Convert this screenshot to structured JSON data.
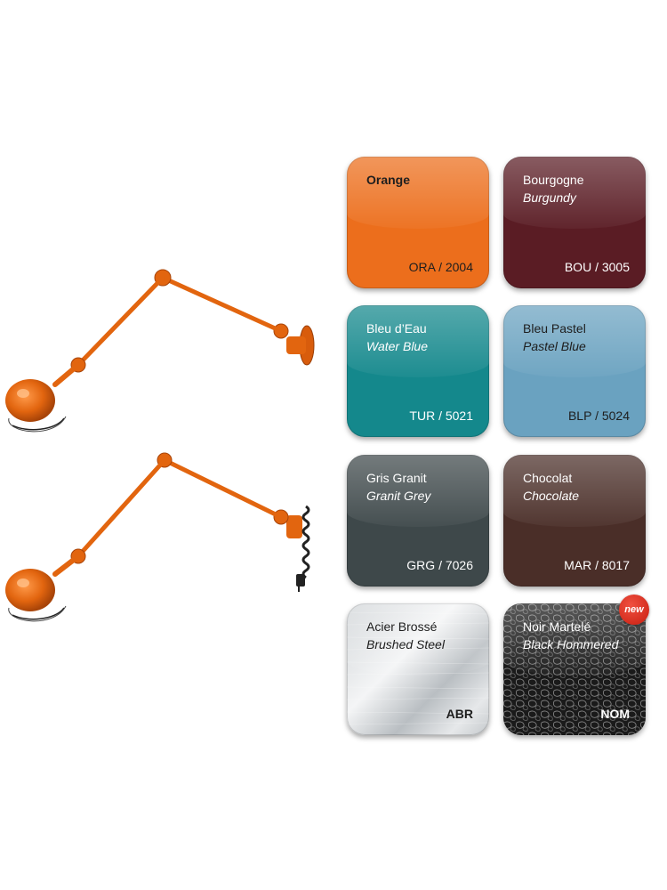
{
  "colors": {
    "lamp_orange": "#e2650f",
    "orange": "#ec6e1c",
    "burgundy": "#5a1c24",
    "water_blue": "#14888c",
    "pastel_blue": "#6aa2c0",
    "granit_grey": "#3e484a",
    "chocolate": "#4a2e28",
    "new_badge": "#d52a1c"
  },
  "swatches": [
    {
      "id": "orange",
      "name": "Orange",
      "name_en": "",
      "code": "ORA / 2004"
    },
    {
      "id": "burgundy",
      "name": "Bourgogne",
      "name_en": "Burgundy",
      "code": "BOU / 3005"
    },
    {
      "id": "water_blue",
      "name": "Bleu d’Eau",
      "name_en": "Water Blue",
      "code": "TUR / 5021"
    },
    {
      "id": "pastel_blue",
      "name": "Bleu Pastel",
      "name_en": "Pastel Blue",
      "code": "BLP / 5024"
    },
    {
      "id": "granit_grey",
      "name": "Gris Granit",
      "name_en": "Granit Grey",
      "code": "GRG / 7026"
    },
    {
      "id": "chocolate",
      "name": "Chocolat",
      "name_en": "Chocolate",
      "code": "MAR / 8017"
    },
    {
      "id": "brushed_steel",
      "name": "Acier Brossé",
      "name_en": "Brushed Steel",
      "code": "ABR"
    },
    {
      "id": "black_hammered",
      "name": "Noir Martelé",
      "name_en": "Black Hommered",
      "code": "NOM"
    }
  ],
  "badge": {
    "label": "new"
  },
  "icons": {
    "lamp_wall": "wall-lamp-icon",
    "lamp_plug": "plug-lamp-icon"
  }
}
